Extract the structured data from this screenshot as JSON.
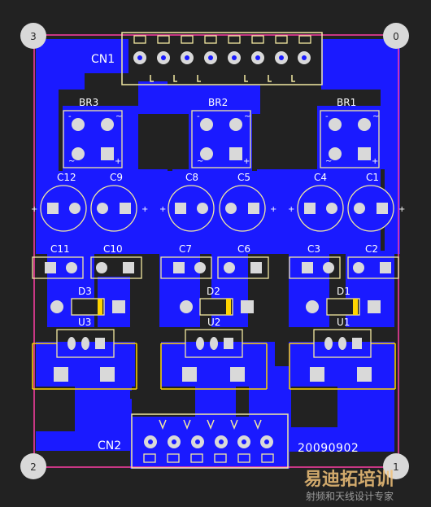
{
  "mounting_holes": [
    "3",
    "0",
    "2",
    "1"
  ],
  "connectors": {
    "top": "CN1",
    "bottom": "CN2"
  },
  "bridges": [
    "BR3",
    "BR2",
    "BR1"
  ],
  "bridge_marks": {
    "ac": "~",
    "plus": "+",
    "minus": "-"
  },
  "caps_electrolytic": [
    "C12",
    "C9",
    "C8",
    "C5",
    "C4",
    "C1"
  ],
  "caps_ceramic": [
    "C11",
    "C10",
    "C7",
    "C6",
    "C3",
    "C2"
  ],
  "diodes": [
    "D3",
    "D2",
    "D1"
  ],
  "regulators": [
    "U3",
    "U2",
    "U1"
  ],
  "polarity_plus": "+",
  "date_code": "20090902",
  "watermark": {
    "line1": "易迪拓培训",
    "line2": "射频和天线设计专家"
  },
  "colors": {
    "background": "#000000",
    "board": "#222222",
    "copper": "#1a1aff",
    "pad": "#d9d9d9",
    "silkscreen": "#f3e9a2",
    "outline": "#ff3ea5",
    "diode_band": "#ffd400"
  }
}
